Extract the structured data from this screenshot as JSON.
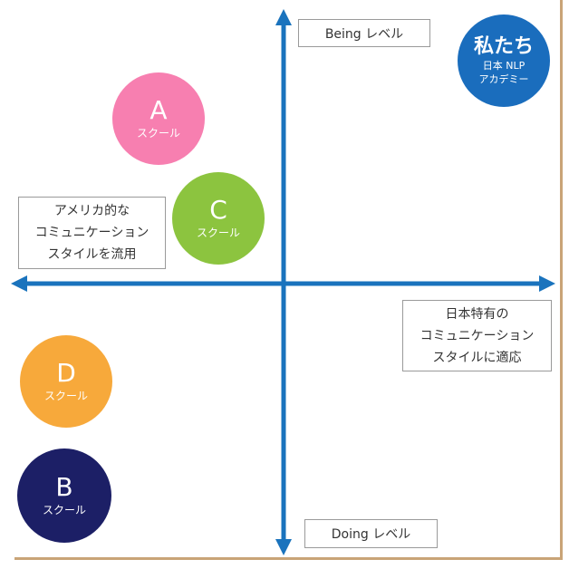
{
  "axes": {
    "top_label": "Being レベル",
    "bottom_label": "Doing レベル",
    "left_label_lines": [
      "アメリカ的な",
      "コミュニケーション",
      "スタイルを流用"
    ],
    "right_label_lines": [
      "日本特有の",
      "コミュニケーション",
      "スタイルに適応"
    ],
    "axis_color": "#1a73bd"
  },
  "schools": [
    {
      "id": "A",
      "letter": "A",
      "label": "スクール",
      "color": "#f77fb0"
    },
    {
      "id": "C",
      "letter": "C",
      "label": "スクール",
      "color": "#8cc43f"
    },
    {
      "id": "D",
      "letter": "D",
      "label": "スクール",
      "color": "#f7a93b"
    },
    {
      "id": "B",
      "letter": "B",
      "label": "スクール",
      "color": "#1c1f66"
    }
  ],
  "us": {
    "title": "私たち",
    "line1": "日本 NLP",
    "line2": "アカデミー",
    "color": "#1a6dbd"
  },
  "frame_color": "#c9a477"
}
